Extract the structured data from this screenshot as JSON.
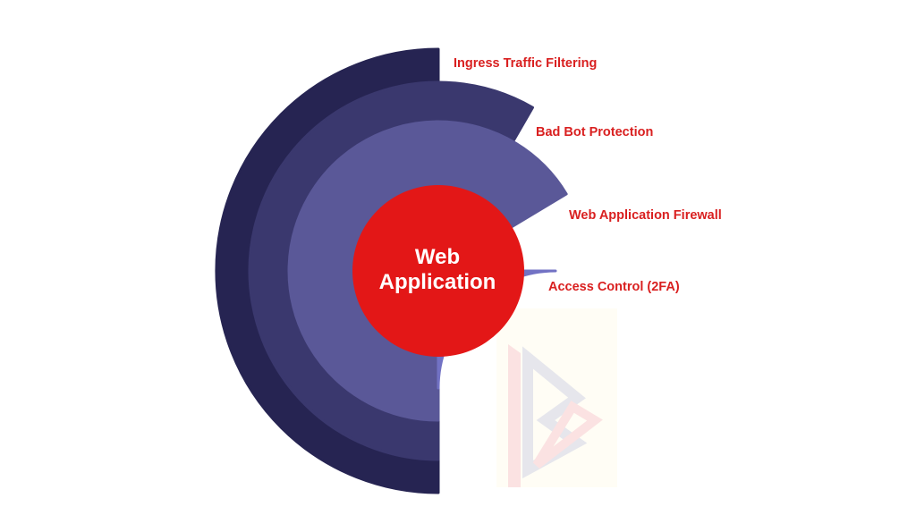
{
  "center": {
    "line1": "Web",
    "line2": "Application"
  },
  "layers": [
    {
      "label": "Ingress Traffic Filtering",
      "color": "#262452",
      "end_angle_deg": 90
    },
    {
      "label": "Bad Bot Protection",
      "color": "#3a386e",
      "end_angle_deg": 60
    },
    {
      "label": "Web Application Firewall",
      "color": "#5a5898",
      "end_angle_deg": 31
    },
    {
      "label": "Access Control (2FA)",
      "color": "#7272c4",
      "end_angle_deg": 0
    }
  ],
  "colors": {
    "core": "#e31717",
    "label_text": "#d92020"
  }
}
